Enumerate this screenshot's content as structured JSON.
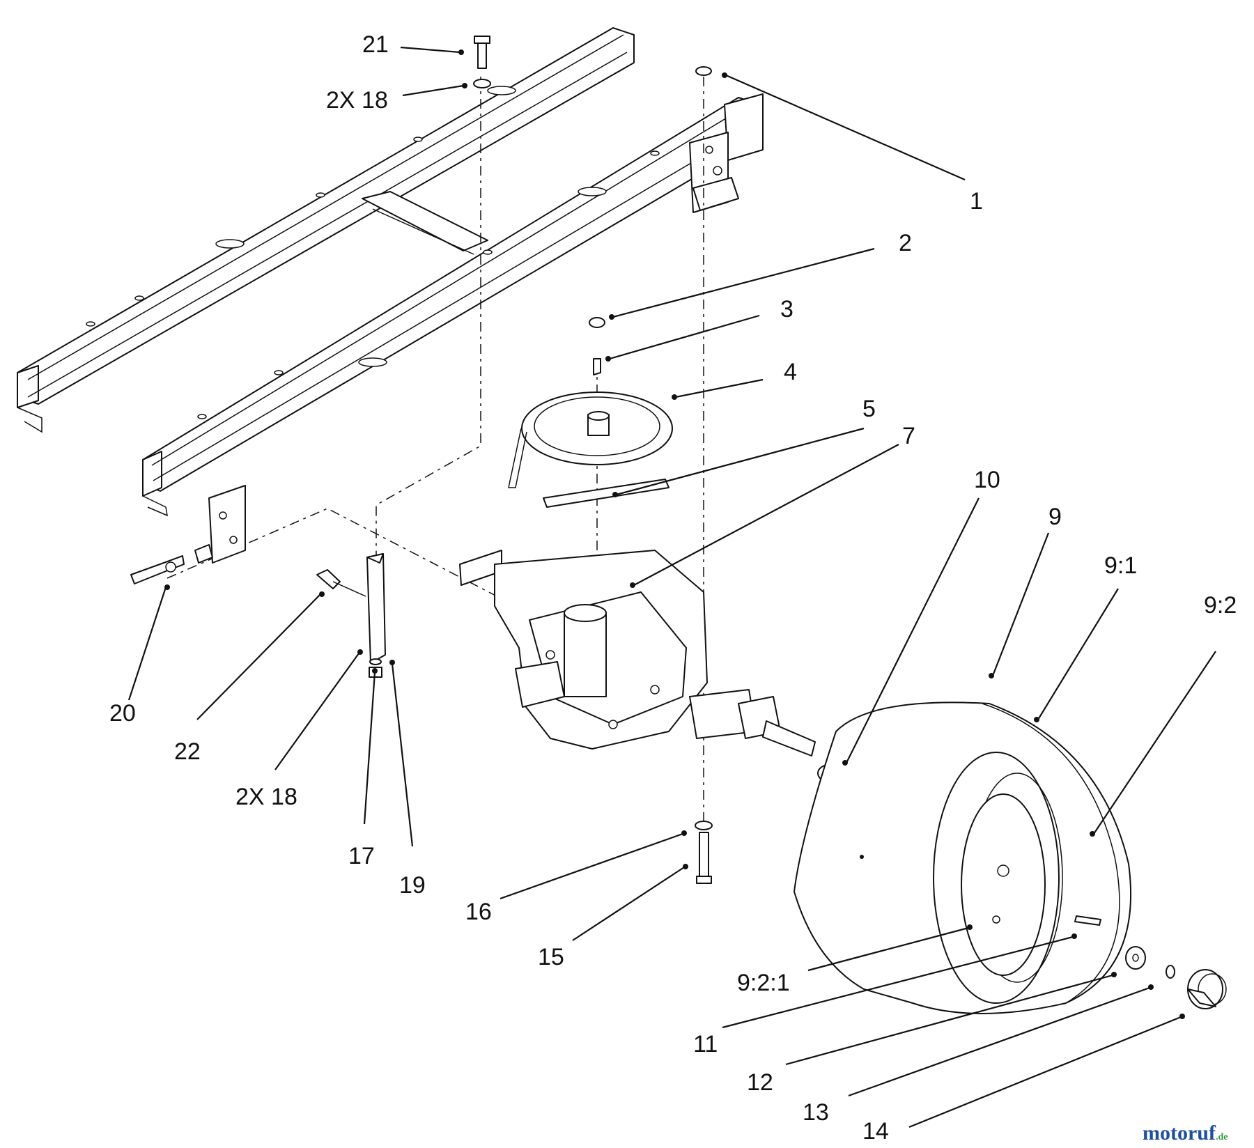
{
  "callouts": [
    {
      "id": "1",
      "label": "1"
    },
    {
      "id": "2",
      "label": "2"
    },
    {
      "id": "3",
      "label": "3"
    },
    {
      "id": "4",
      "label": "4"
    },
    {
      "id": "5",
      "label": "5"
    },
    {
      "id": "7",
      "label": "7"
    },
    {
      "id": "10",
      "label": "10"
    },
    {
      "id": "9",
      "label": "9"
    },
    {
      "id": "9-1",
      "label": "9:1"
    },
    {
      "id": "9-2",
      "label": "9:2"
    },
    {
      "id": "21",
      "label": "21"
    },
    {
      "id": "2x18-top",
      "label": "2X 18"
    },
    {
      "id": "20",
      "label": "20"
    },
    {
      "id": "22",
      "label": "22"
    },
    {
      "id": "2x18-bottom",
      "label": "2X 18"
    },
    {
      "id": "17",
      "label": "17"
    },
    {
      "id": "19",
      "label": "19"
    },
    {
      "id": "16",
      "label": "16"
    },
    {
      "id": "15",
      "label": "15"
    },
    {
      "id": "9-2-1",
      "label": "9:2:1"
    },
    {
      "id": "11",
      "label": "11"
    },
    {
      "id": "12",
      "label": "12"
    },
    {
      "id": "13",
      "label": "13"
    },
    {
      "id": "14",
      "label": "14"
    }
  ],
  "watermark": {
    "brand": "motoruf",
    "suffix": ".de"
  },
  "colors": {
    "line": "#111111",
    "background": "#ffffff",
    "watermark_blue": "#1d4f9c",
    "watermark_green": "#2f9a3a"
  }
}
